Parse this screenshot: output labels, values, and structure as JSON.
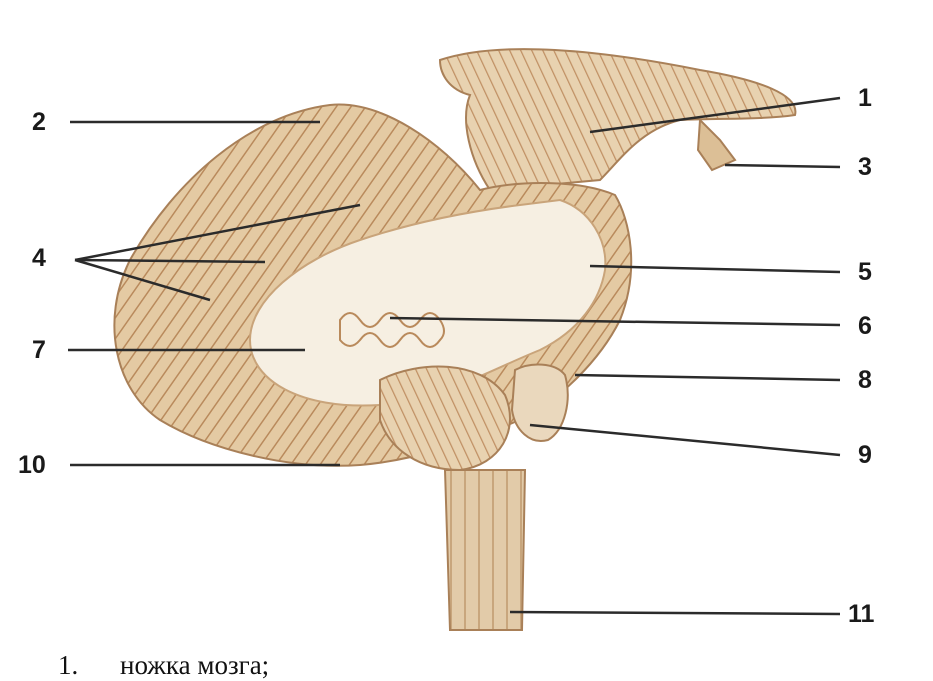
{
  "figure": {
    "labels": [
      {
        "id": "1",
        "text": "1"
      },
      {
        "id": "2",
        "text": "2"
      },
      {
        "id": "3",
        "text": "3"
      },
      {
        "id": "4",
        "text": "4"
      },
      {
        "id": "5",
        "text": "5"
      },
      {
        "id": "6",
        "text": "6"
      },
      {
        "id": "7",
        "text": "7"
      },
      {
        "id": "8",
        "text": "8"
      },
      {
        "id": "9",
        "text": "9"
      },
      {
        "id": "10",
        "text": "10"
      },
      {
        "id": "11",
        "text": "11"
      }
    ],
    "colors": {
      "tissue_dark": "#c9a47a",
      "tissue_light": "#ead8bd",
      "white_matter": "#f6efe2",
      "leader_line": "#2b2b2b"
    }
  },
  "caption": {
    "number": "1.",
    "text": "ножка мозга;"
  }
}
